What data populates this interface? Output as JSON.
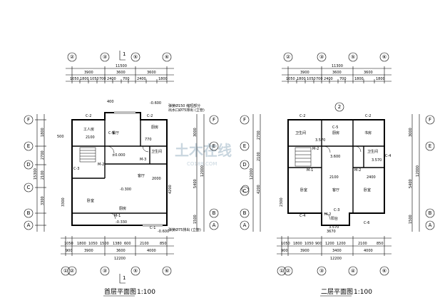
{
  "watermark": {
    "text": "土木在线",
    "sub": "CO188.COM"
  },
  "plans": [
    {
      "id": "ground",
      "title": "首层平面图",
      "scale": "1:100",
      "section_mark": "1",
      "top_axes": [
        "②",
        "③",
        "⑤",
        "⑥"
      ],
      "bottom_axes": [
        "①",
        "②",
        "③",
        "⑤",
        "⑥"
      ],
      "left_axes": [
        "F",
        "E",
        "D",
        "C",
        "B",
        "A"
      ],
      "right_axes": [
        "F",
        "E",
        "B",
        "A"
      ],
      "top_total": "11500",
      "top_dims": [
        "3900",
        "3600",
        "3600"
      ],
      "top_sub_dims": [
        "1050",
        "1800",
        "1050",
        "700",
        "2400",
        "700",
        "2400",
        "1800"
      ],
      "bottom_sub_dims": [
        "1050",
        "1800",
        "1050",
        "1500",
        "1380",
        "600",
        "2100",
        "850"
      ],
      "bottom_dims": [
        "900",
        "3900",
        "3600",
        "4000"
      ],
      "bottom_total": "12200",
      "left_total": "15300",
      "left_dims": [
        "1800",
        "2700",
        "2100",
        "3300"
      ],
      "right_dims": [
        "3000",
        "5400",
        "1500"
      ],
      "right_total": "12000",
      "rooms": [
        "工人房",
        "厨房",
        "卫生间",
        "餐厅",
        "客厅",
        "卧室",
        "厨房"
      ],
      "levels": [
        "-0.600",
        "±0.000",
        "-0.300",
        "-0.330",
        "-0.600"
      ],
      "notes": [
        "弹簧Ø150 缩短部分",
        "出水口Ø75排出 (立管)",
        "弹簧Ø75排出 (立管)"
      ],
      "labels": [
        "C-2",
        "C-2",
        "C-5",
        "C-3",
        "M-2",
        "M-1",
        "M-3",
        "C-1",
        "400",
        "500",
        "770",
        "2100",
        "3300",
        "4200",
        "2000"
      ]
    },
    {
      "id": "second",
      "title": "二层平面图",
      "scale": "1:100",
      "section_mark": "2",
      "top_axes": [
        "②",
        "③",
        "⑤",
        "⑥"
      ],
      "bottom_axes": [
        "①",
        "②",
        "③",
        "④",
        "⑥"
      ],
      "left_axes": [
        "F",
        "E",
        "D",
        "C",
        "B",
        "A"
      ],
      "right_axes": [
        "F",
        "E",
        "B",
        "A"
      ],
      "top_total": "11300",
      "top_dims": [
        "3900",
        "3600",
        "3600"
      ],
      "top_sub_dims": [
        "1050",
        "1800",
        "1050",
        "700",
        "2400",
        "700",
        "1800",
        "1800"
      ],
      "bottom_sub_dims": [
        "1050",
        "1800",
        "1050",
        "900",
        "1200",
        "1200",
        "2100",
        "850"
      ],
      "bottom_dims": [
        "900",
        "3900",
        "3400",
        "4000"
      ],
      "bottom_total": "12200",
      "left_total": "12000",
      "left_dims": [
        "2700",
        "2100",
        "4200"
      ],
      "right_dims": [
        "3000",
        "5400",
        "1500"
      ],
      "right_total": "12000",
      "rooms": [
        "卫生间",
        "厨房",
        "书房",
        "卫生间",
        "卧室",
        "客厅",
        "卧室",
        "阳台"
      ],
      "levels": [
        "3.570",
        "3.600",
        "3.570",
        "3.570"
      ],
      "labels": [
        "C-2",
        "C-5",
        "C-2",
        "M-2",
        "C-4",
        "M-1",
        "M-2",
        "C-3",
        "M-2",
        "C-4",
        "C-6",
        "2100",
        "2400",
        "2300",
        "3670"
      ]
    }
  ]
}
